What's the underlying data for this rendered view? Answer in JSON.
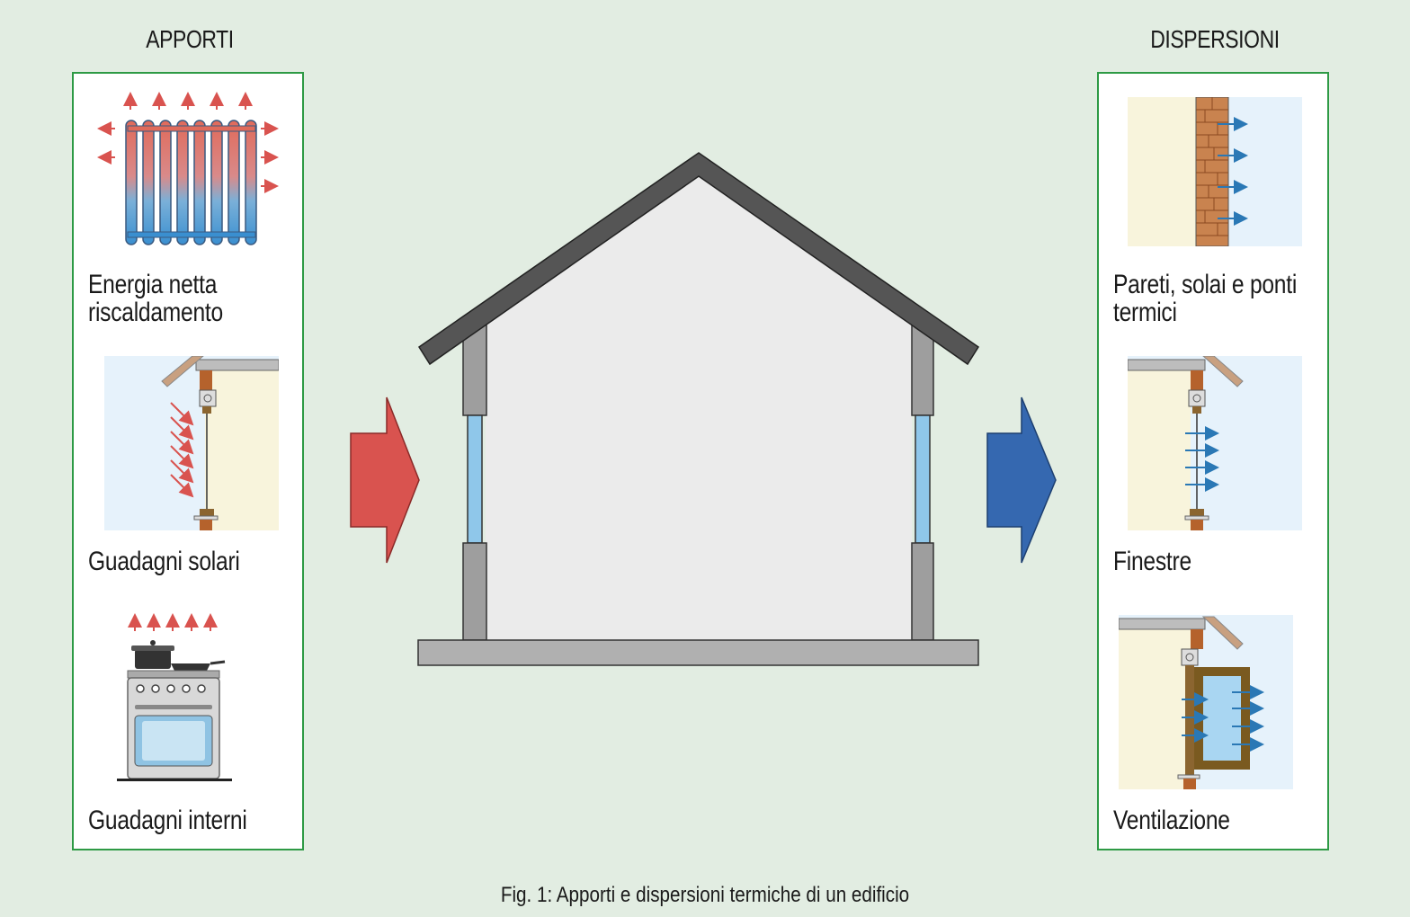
{
  "left": {
    "heading": "APPORTI",
    "items": [
      {
        "line1": "Energia netta",
        "line2": "riscaldamento",
        "icon": "radiator-icon"
      },
      {
        "line1": "Guadagni solari",
        "icon": "solar-window-icon"
      },
      {
        "line1": "Guadagni interni",
        "icon": "stove-icon"
      }
    ]
  },
  "right": {
    "heading": "DISPERSIONI",
    "items": [
      {
        "line1": "Pareti, solai e ponti",
        "line2": "termici",
        "icon": "brick-wall-icon"
      },
      {
        "line1": "Finestre",
        "icon": "window-loss-icon"
      },
      {
        "line1": "Ventilazione",
        "icon": "open-window-icon"
      }
    ]
  },
  "caption": "Fig. 1: Apporti e dispersioni termiche di un edificio",
  "colors": {
    "background": "#e2ede2",
    "panel_border": "#2e9a45",
    "gain_arrow": "#d9534f",
    "loss_arrow": "#3568b0",
    "roof": "#555555"
  }
}
